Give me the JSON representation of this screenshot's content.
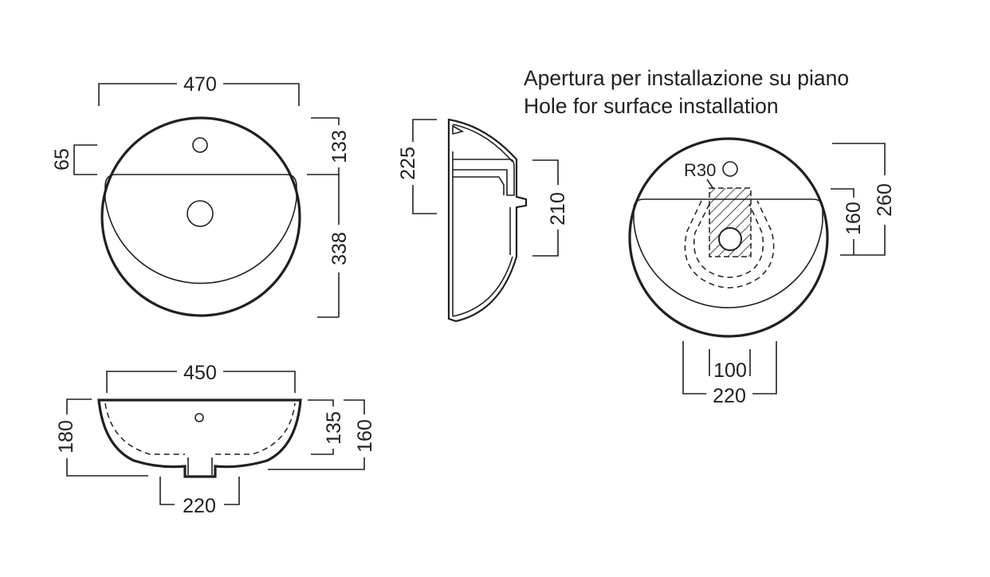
{
  "notes": {
    "line_it": "Apertura per installazione su piano",
    "line_en": "Hole for surface installation"
  },
  "top_view": {
    "width": "470",
    "dim_65": "65",
    "dim_133": "133",
    "dim_338": "338"
  },
  "side_view": {
    "dim_225": "225",
    "dim_210": "210"
  },
  "front_view": {
    "width": "450",
    "dim_180": "180",
    "dim_135": "135",
    "dim_160": "160",
    "dim_220": "220"
  },
  "hole_view": {
    "radius_label": "R30",
    "dim_260": "260",
    "dim_160": "160",
    "dim_100": "100",
    "dim_220": "220"
  },
  "hatch_pattern": "diagonal-hatch"
}
